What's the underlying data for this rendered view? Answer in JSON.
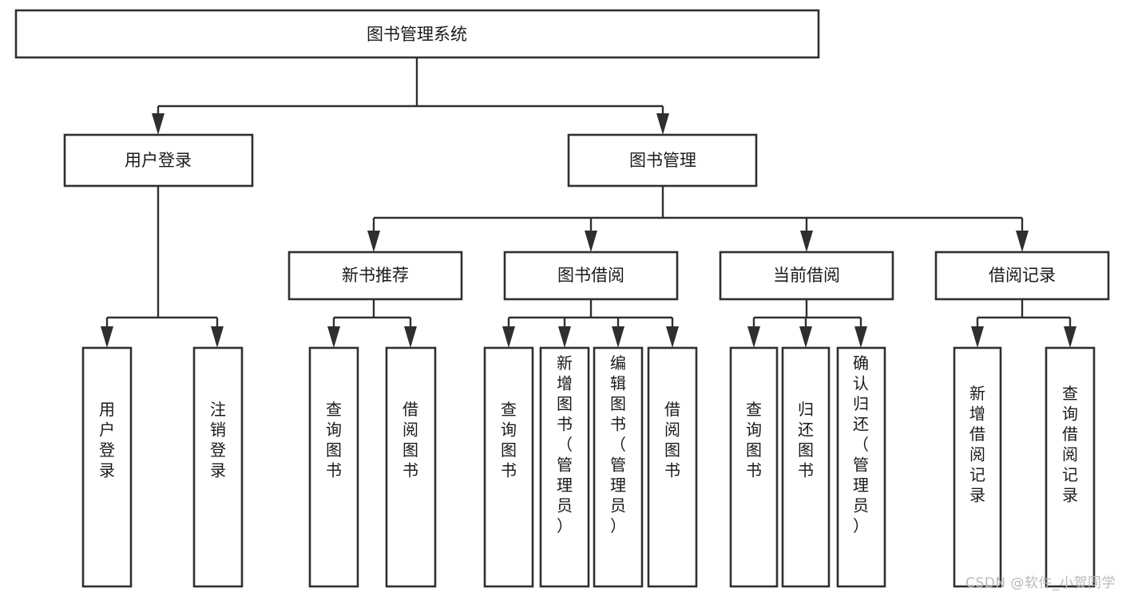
{
  "diagram": {
    "type": "tree-hierarchy-chart",
    "title_node": {
      "label": "图书管理系统"
    },
    "level2": [
      {
        "label": "用户登录"
      },
      {
        "label": "图书管理"
      }
    ],
    "level3": [
      {
        "label": "新书推荐"
      },
      {
        "label": "图书借阅"
      },
      {
        "label": "当前借阅"
      },
      {
        "label": "借阅记录"
      }
    ],
    "leaves": {
      "user_login": [
        {
          "label": "用户登录"
        },
        {
          "label": "注销登录"
        }
      ],
      "new_book_recommend": [
        {
          "label": "查询图书"
        },
        {
          "label": "借阅图书"
        }
      ],
      "book_borrow": [
        {
          "label": "查询图书"
        },
        {
          "label": "新增图书（管理员）"
        },
        {
          "label": "编辑图书（管理员）"
        },
        {
          "label": "借阅图书"
        }
      ],
      "current_borrow": [
        {
          "label": "查询图书"
        },
        {
          "label": "归还图书"
        },
        {
          "label": "确认归还（管理员）"
        }
      ],
      "borrow_records": [
        {
          "label": "新增借阅记录"
        },
        {
          "label": "查询借阅记录"
        }
      ]
    }
  },
  "watermark": {
    "text": "CSDN @软件_小贺同学"
  },
  "colors": {
    "stroke": "#2f2f2f",
    "fill": "#ffffff",
    "text": "#1a1a1a",
    "watermark": "#b9b9b9"
  }
}
